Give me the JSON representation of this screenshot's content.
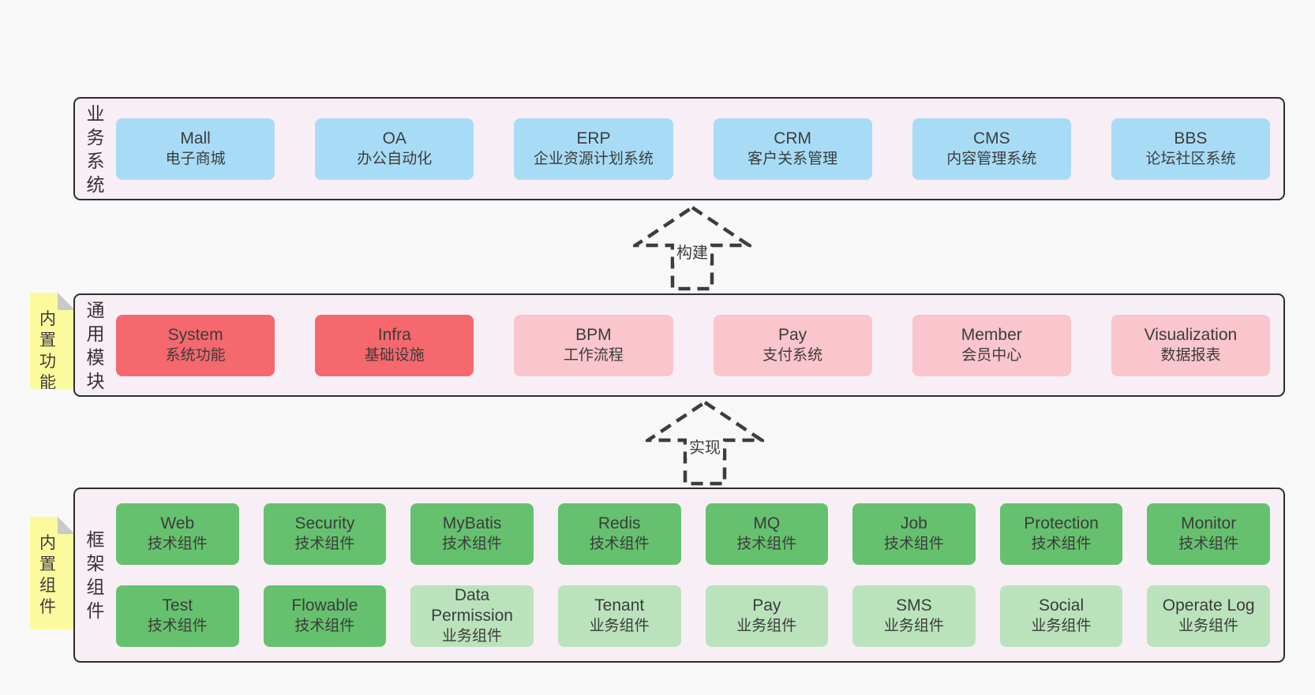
{
  "colors": {
    "page_bg": "#f8f8f8",
    "panel_bg": "#f8eef6",
    "panel_border": "#2d2d2d",
    "blue_box": "#a8dcf6",
    "red_box": "#f5686d",
    "pink_box": "#fac5cc",
    "green_box": "#65c16d",
    "green_light_box": "#bae3bc",
    "note_yellow": "#fbfa9d",
    "note_fold_gray": "#c9c9c9",
    "dash_stroke": "#3d3d3d"
  },
  "arrows": {
    "build": {
      "label": "构建"
    },
    "implement": {
      "label": "实现"
    }
  },
  "sections": {
    "business": {
      "label": "业务系统",
      "boxes": [
        {
          "en": "Mall",
          "cn": "电子商城",
          "variant": "blue"
        },
        {
          "en": "OA",
          "cn": "办公自动化",
          "variant": "blue"
        },
        {
          "en": "ERP",
          "cn": "企业资源计划系统",
          "variant": "blue"
        },
        {
          "en": "CRM",
          "cn": "客户关系管理",
          "variant": "blue"
        },
        {
          "en": "CMS",
          "cn": "内容管理系统",
          "variant": "blue"
        },
        {
          "en": "BBS",
          "cn": "论坛社区系统",
          "variant": "blue"
        }
      ]
    },
    "modules": {
      "label": "通用模块",
      "note": "内置功能",
      "boxes": [
        {
          "en": "System",
          "cn": "系统功能",
          "variant": "red"
        },
        {
          "en": "Infra",
          "cn": "基础设施",
          "variant": "red"
        },
        {
          "en": "BPM",
          "cn": "工作流程",
          "variant": "pink"
        },
        {
          "en": "Pay",
          "cn": "支付系统",
          "variant": "pink"
        },
        {
          "en": "Member",
          "cn": "会员中心",
          "variant": "pink"
        },
        {
          "en": "Visualization",
          "cn": "数据报表",
          "variant": "pink"
        }
      ]
    },
    "components": {
      "label": "框架组件",
      "note": "内置组件",
      "row1": [
        {
          "en": "Web",
          "cn": "技术组件",
          "variant": "green"
        },
        {
          "en": "Security",
          "cn": "技术组件",
          "variant": "green"
        },
        {
          "en": "MyBatis",
          "cn": "技术组件",
          "variant": "green"
        },
        {
          "en": "Redis",
          "cn": "技术组件",
          "variant": "green"
        },
        {
          "en": "MQ",
          "cn": "技术组件",
          "variant": "green"
        },
        {
          "en": "Job",
          "cn": "技术组件",
          "variant": "green"
        },
        {
          "en": "Protection",
          "cn": "技术组件",
          "variant": "green"
        },
        {
          "en": "Monitor",
          "cn": "技术组件",
          "variant": "green"
        }
      ],
      "row2": [
        {
          "en": "Test",
          "cn": "技术组件",
          "variant": "green"
        },
        {
          "en": "Flowable",
          "cn": "技术组件",
          "variant": "green"
        },
        {
          "en": "Data Permission",
          "cn": "业务组件",
          "variant": "green-light"
        },
        {
          "en": "Tenant",
          "cn": "业务组件",
          "variant": "green-light"
        },
        {
          "en": "Pay",
          "cn": "业务组件",
          "variant": "green-light"
        },
        {
          "en": "SMS",
          "cn": "业务组件",
          "variant": "green-light"
        },
        {
          "en": "Social",
          "cn": "业务组件",
          "variant": "green-light"
        },
        {
          "en": "Operate Log",
          "cn": "业务组件",
          "variant": "green-light"
        }
      ]
    }
  }
}
